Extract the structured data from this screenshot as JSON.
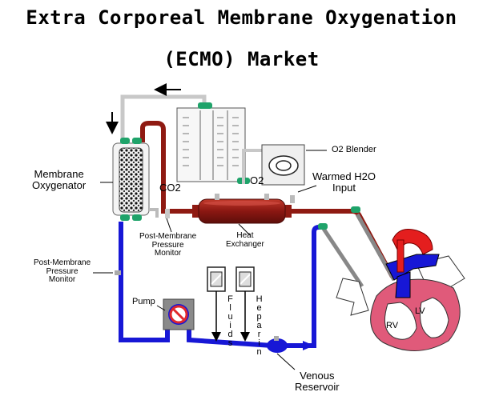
{
  "title": {
    "line1": "Extra Corporeal Membrane Oxygenation",
    "line2": "(ECMO) Market"
  },
  "labels": {
    "o2_blender": "O2 Blender",
    "membrane_oxygenator": [
      "Membrane",
      "Oxygenator"
    ],
    "co2": "CO2",
    "o2": "O2",
    "warmed_h2o_input": [
      "Warmed H2O",
      "Input"
    ],
    "post_membrane_pressure_monitor_top": [
      "Post-Membrane",
      "Pressure",
      "Monitor"
    ],
    "heat_exchanger": [
      "Heat",
      "Exchanger"
    ],
    "post_membrane_pressure_monitor_left": [
      "Post-Membrane",
      "Pressure",
      "Monitor"
    ],
    "pump": "Pump",
    "fluids": "Fluids",
    "heparin": "Heparin",
    "venous_reservoir": [
      "Venous",
      "Reservoir"
    ],
    "rv": "RV",
    "lv": "LV"
  },
  "colors": {
    "venous_blue": "#1717d6",
    "arterial_red": "#8f1a12",
    "heat_exchanger_red": "#9a1c16",
    "gas_line_gray": "#c8c8c8",
    "connector_green": "#1fa36a",
    "heart_pink": "#e05a7a",
    "aorta_red": "#e41e1e"
  },
  "icons": {
    "pump_symbol": "no-entry-icon",
    "flow_arrows": "arrow-icon"
  }
}
